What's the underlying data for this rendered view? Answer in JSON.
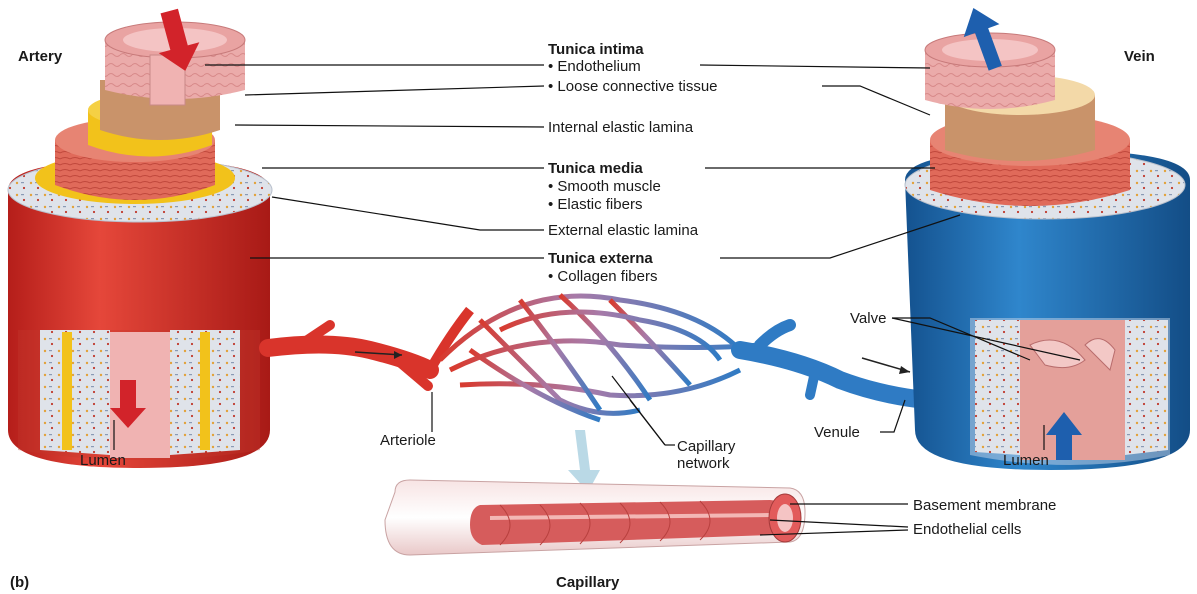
{
  "figure_tag": "(b)",
  "titles": {
    "artery": "Artery",
    "vein": "Vein",
    "capillary": "Capillary"
  },
  "layers": {
    "tunica_intima": "Tunica intima",
    "endothelium": "• Endothelium",
    "loose_connective": "• Loose connective tissue",
    "internal_elastic": "Internal elastic lamina",
    "tunica_media": "Tunica media",
    "smooth_muscle": "• Smooth muscle",
    "elastic_fibers": "• Elastic fibers",
    "external_elastic": "External elastic lamina",
    "tunica_externa": "Tunica externa",
    "collagen_fibers": "• Collagen fibers"
  },
  "labels": {
    "lumen_artery": "Lumen",
    "lumen_vein": "Lumen",
    "arteriole": "Arteriole",
    "capillary_network": "Capillary\nnetwork",
    "venule": "Venule",
    "valve": "Valve",
    "basement_membrane": "Basement membrane",
    "endothelial_cells": "Endothelial cells"
  },
  "colors": {
    "artery_red": "#d9342b",
    "vein_blue": "#1e6fb8",
    "elastic_yellow": "#f2c21b",
    "intima_pink": "#e8a0a0",
    "connective_tan": "#c9936a",
    "externa_gray": "#d9dde6"
  }
}
